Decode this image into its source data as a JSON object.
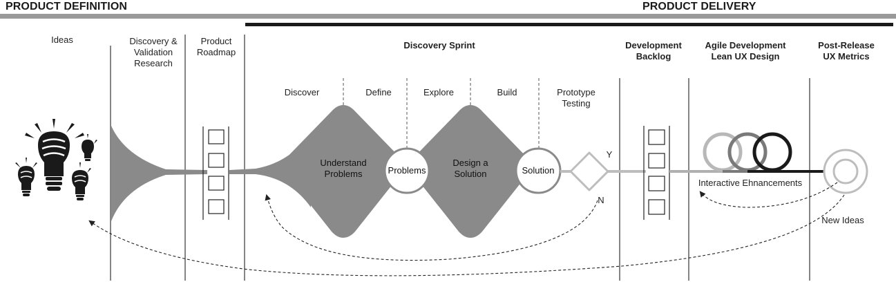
{
  "headers": {
    "definition": "PRODUCT DEFINITION",
    "delivery": "PRODUCT DELIVERY"
  },
  "columns": {
    "ideas": "Ideas",
    "discovery_validation": [
      "Discovery &",
      "Validation",
      "Research"
    ],
    "roadmap": [
      "Product",
      "Roadmap"
    ],
    "sprint": "Discovery Sprint",
    "backlog": [
      "Development",
      "Backlog"
    ],
    "agile": [
      "Agile Development",
      "Lean UX Design"
    ],
    "post_release": [
      "Post-Release",
      "UX Metrics"
    ]
  },
  "phases": {
    "discover": "Discover",
    "define": "Define",
    "explore": "Explore",
    "build": "Build",
    "prototype": [
      "Prototype",
      "Testing"
    ]
  },
  "nodes": {
    "understand": [
      "Understand",
      "Problems"
    ],
    "problems": "Problems",
    "design": [
      "Design a",
      "Solution"
    ],
    "solution": "Solution",
    "yes": "Y",
    "no": "N"
  },
  "annotations": {
    "interactive": "Interactive Ehnancements",
    "new_ideas": "New Ideas"
  },
  "colors": {
    "gray_fill": "#8a8a8a",
    "header_gray": "#9a9a9a",
    "dark": "#1a1a1a"
  }
}
